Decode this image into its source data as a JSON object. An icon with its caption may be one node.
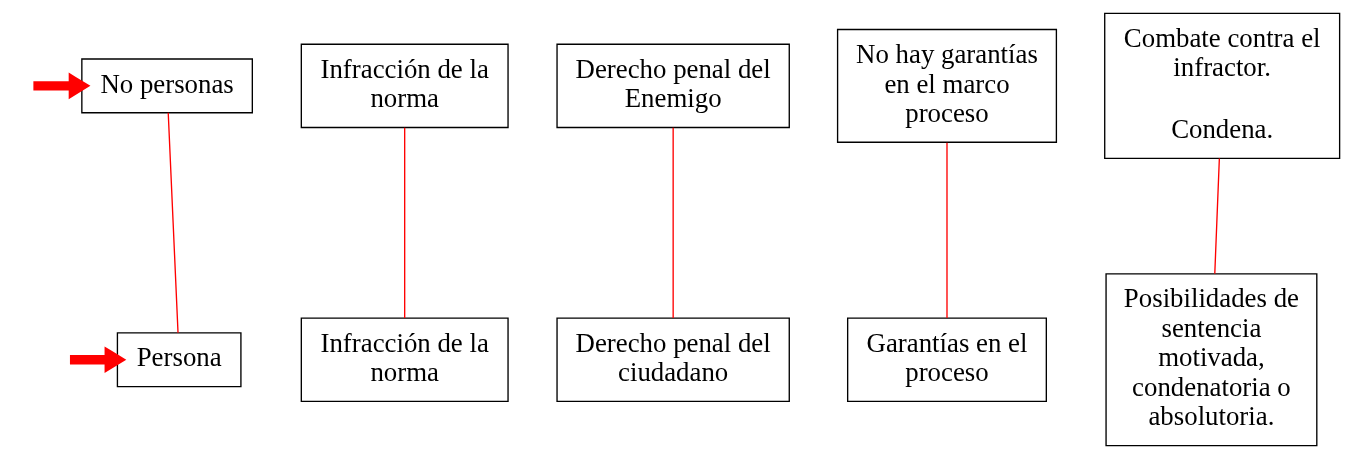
{
  "diagram": {
    "nodes": [
      {
        "text": [
          "No personas"
        ]
      },
      {
        "text": [
          "Infracción de la norma"
        ]
      },
      {
        "text": [
          "Derecho penal del Enemigo"
        ]
      },
      {
        "text": [
          "No hay garantías en el marco proceso"
        ]
      },
      {
        "text": [
          "Combate contra el infractor.",
          "Condena."
        ]
      },
      {
        "text": [
          "Persona"
        ]
      },
      {
        "text": [
          "Infracción de la norma"
        ]
      },
      {
        "text": [
          "Derecho penal del ciudadano"
        ]
      },
      {
        "text": [
          "Garantías en el proceso"
        ]
      },
      {
        "text": [
          "Posibilidades de sentencia motivada, condenatoria o absolutoria."
        ]
      }
    ],
    "edges": [
      {
        "from": null,
        "to": 0,
        "arrow": "to",
        "style": "thick",
        "color": "#ff0000"
      },
      {
        "from": null,
        "to": 5,
        "arrow": "to",
        "style": "thick",
        "color": "#ff0000"
      },
      {
        "from": 0,
        "to": 5,
        "arrow": "none",
        "color": "#ff0000"
      },
      {
        "from": 1,
        "to": 6,
        "arrow": "none",
        "color": "#ff0000"
      },
      {
        "from": 2,
        "to": 7,
        "arrow": "none",
        "color": "#ff0000"
      },
      {
        "from": 3,
        "to": 8,
        "arrow": "none",
        "color": "#ff0000"
      },
      {
        "from": 4,
        "to": 9,
        "arrow": "none",
        "color": "#ff0000"
      }
    ]
  }
}
